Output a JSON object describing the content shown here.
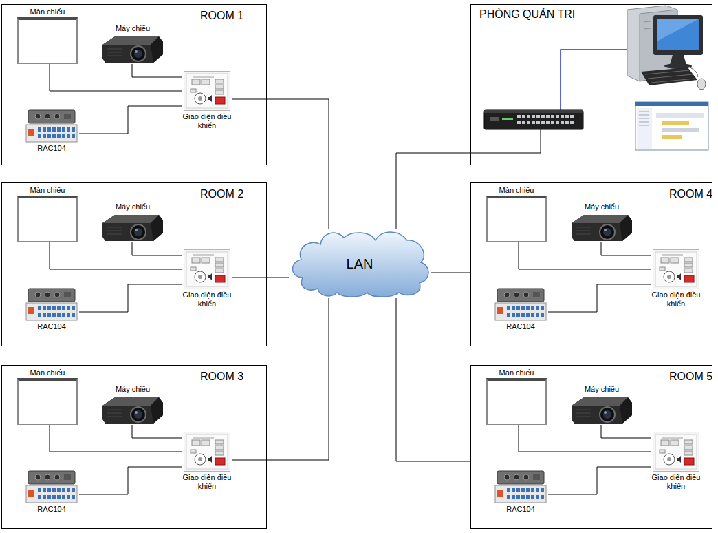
{
  "diagram": {
    "nodes": [
      {
        "text": [
          "ROOM 1"
        ]
      },
      {
        "text": [
          "Màn chiếu"
        ],
        "in": 0
      },
      {
        "text": [
          "Máy chiếu"
        ],
        "in": 0
      },
      {
        "text": [
          "Giao diện điều khiển"
        ],
        "in": 0
      },
      {
        "text": [
          "RAC104"
        ],
        "in": 0
      },
      {
        "text": [
          "PHÒNG QUẢN TRỊ"
        ]
      },
      {
        "text": [
          "ROOM 2"
        ]
      },
      {
        "text": [
          "Màn chiếu"
        ],
        "in": 6
      },
      {
        "text": [
          "Máy chiếu"
        ],
        "in": 6
      },
      {
        "text": [
          "Giao diện điều khiển"
        ],
        "in": 6
      },
      {
        "text": [
          "RAC104"
        ],
        "in": 6
      },
      {
        "text": [
          "LAN"
        ]
      },
      {
        "text": [
          "ROOM 4"
        ]
      },
      {
        "text": [
          "Màn chiếu"
        ],
        "in": 12
      },
      {
        "text": [
          "Máy chiếu"
        ],
        "in": 12
      },
      {
        "text": [
          "Giao diện điều khiển"
        ],
        "in": 12
      },
      {
        "text": [
          "RAC104"
        ],
        "in": 12
      },
      {
        "text": [
          "ROOM 3"
        ]
      },
      {
        "text": [
          "Màn chiếu"
        ],
        "in": 17
      },
      {
        "text": [
          "Máy chiếu"
        ],
        "in": 17
      },
      {
        "text": [
          "Giao diện điều khiển"
        ],
        "in": 17
      },
      {
        "text": [
          "RAC104"
        ],
        "in": 17
      },
      {
        "text": [
          "ROOM 5"
        ]
      },
      {
        "text": [
          "Màn chiếu"
        ],
        "in": 22
      },
      {
        "text": [
          "Máy chiếu"
        ],
        "in": 22
      },
      {
        "text": [
          "Giao diện điều khiển"
        ],
        "in": 22
      },
      {
        "text": [
          "RAC104"
        ],
        "in": 22
      }
    ],
    "edges": [
      {
        "from": 1,
        "to": 3,
        "arrow": "none"
      },
      {
        "from": 2,
        "to": 3,
        "arrow": "none"
      },
      {
        "from": 4,
        "to": 3,
        "arrow": "none"
      },
      {
        "from": 3,
        "to": 11,
        "arrow": "none"
      },
      {
        "from": 5,
        "to": 11,
        "arrow": "none"
      },
      {
        "from": 7,
        "to": 9,
        "arrow": "none"
      },
      {
        "from": 8,
        "to": 9,
        "arrow": "none"
      },
      {
        "from": 10,
        "to": 9,
        "arrow": "none"
      },
      {
        "from": 9,
        "to": 11,
        "arrow": "none"
      },
      {
        "from": 13,
        "to": 15,
        "arrow": "none"
      },
      {
        "from": 14,
        "to": 15,
        "arrow": "none"
      },
      {
        "from": 16,
        "to": 15,
        "arrow": "none"
      },
      {
        "from": 12,
        "to": 11,
        "arrow": "none"
      },
      {
        "from": 18,
        "to": 20,
        "arrow": "none"
      },
      {
        "from": 19,
        "to": 20,
        "arrow": "none"
      },
      {
        "from": 21,
        "to": 20,
        "arrow": "none"
      },
      {
        "from": 20,
        "to": 11,
        "arrow": "none"
      },
      {
        "from": 23,
        "to": 25,
        "arrow": "none"
      },
      {
        "from": 24,
        "to": 25,
        "arrow": "none"
      },
      {
        "from": 26,
        "to": 25,
        "arrow": "none"
      },
      {
        "from": 22,
        "to": 11,
        "arrow": "none"
      }
    ]
  }
}
